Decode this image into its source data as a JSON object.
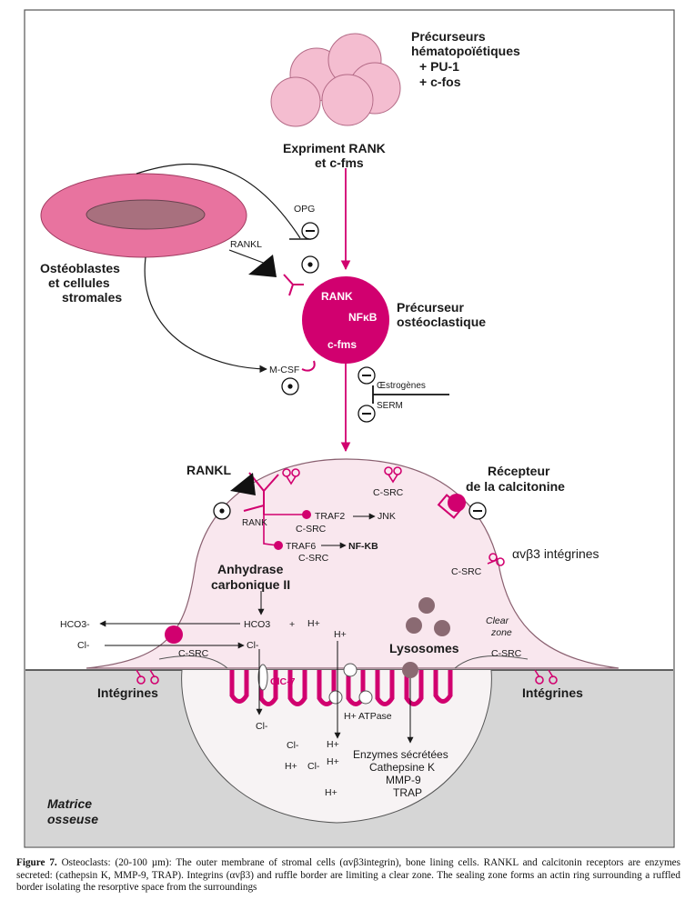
{
  "colors": {
    "magenta": "#d1006f",
    "pink_light": "#f4bdd0",
    "pink_mid": "#e8739f",
    "cell_fill": "#f9e7ee",
    "matrix_gray": "#d6d6d6",
    "lysosome": "#8a6a72"
  },
  "labels": {
    "precursors_1": "Précurseurs",
    "precursors_2": "hématopoïétiques",
    "precursors_3": "+ PU-1",
    "precursors_4": "+ c-fos",
    "expresses_1": "Expriment RANK",
    "expresses_2": "et c-fms",
    "opg": "OPG",
    "rankl_small": "RANKL",
    "osteoblasts_1": "Ostéoblastes",
    "osteoblasts_2": "et cellules",
    "osteoblasts_3": "stromales",
    "rank": "RANK",
    "nfkb": "NFκB",
    "cfms": "c-fms",
    "precursor_osteo_1": "Précurseur",
    "precursor_osteo_2": "ostéoclastique",
    "mcsf": "M-CSF",
    "oestrogenes": "Œstrogènes",
    "serm": "SERM",
    "rankl_big": "RANKL",
    "receptor_1": "Récepteur",
    "receptor_2": "de la calcitonine",
    "csrc": "C-SRC",
    "rank_small": "RANK",
    "traf2": "TRAF2",
    "jnk": "JNK",
    "traf6": "TRAF6",
    "nfkb_bold": "NF-KB",
    "integrins_label": "αvβ3 intégrines",
    "anhydrase_1": "Anhydrase",
    "anhydrase_2": "carbonique II",
    "hco3": "HCO3-",
    "hco3_inner": "HCO3",
    "plus": "+",
    "hplus": "H+",
    "cl": "Cl-",
    "clear_1": "Clear",
    "clear_2": "zone",
    "lysosomes": "Lysosomes",
    "clc7": "ClC-7",
    "atpase": "H+ ATPase",
    "integrines": "Intégrines",
    "enzymes_1": "Enzymes sécrétées",
    "enzymes_2": "Cathepsine K",
    "enzymes_3": "MMP-9",
    "enzymes_4": "TRAP",
    "matrix_1": "Matrice",
    "matrix_2": "osseuse"
  },
  "caption": {
    "label": "Figure 7.",
    "text": "Osteoclasts: (20-100 µm): The outer membrane of stromal cells (αvβ3integrin), bone lining cells. RANKL and calcitonin receptors are enzymes secreted: (cathepsin K, MMP-9, TRAP). Integrins (αvβ3) and ruffle border are limiting a clear zone. The sealing zone forms an actin ring surrounding a ruffled border isolating the resorptive space from the surroundings"
  }
}
